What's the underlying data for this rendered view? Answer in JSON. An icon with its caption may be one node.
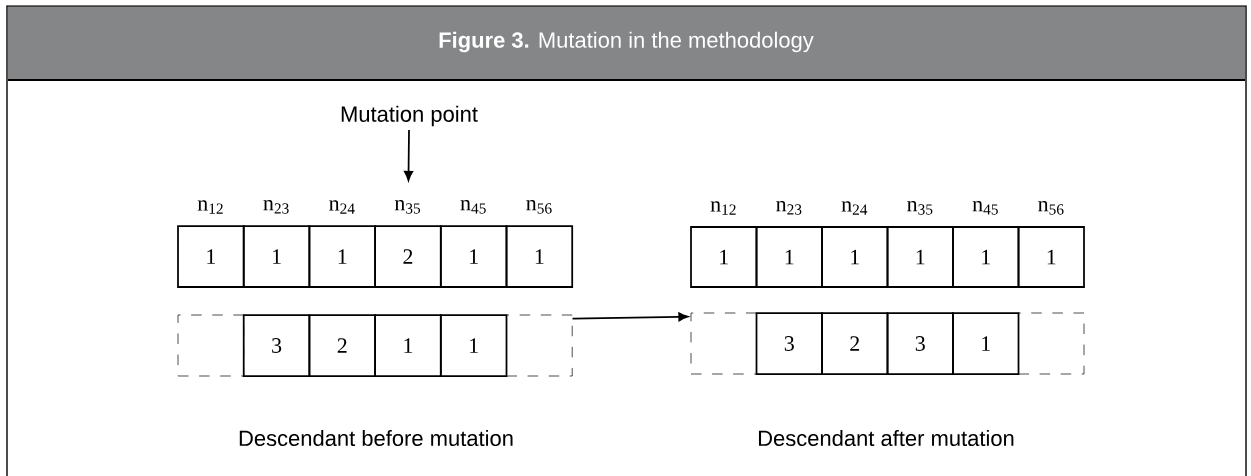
{
  "diagram": {
    "title": "**Figure 3.** Mutation in the methodology",
    "nodes": [
      {
        "text": [
          "Mutation point"
        ]
      },
      {
        "text": [
          "1"
        ],
        "beside": [
          "n$_{12}$"
        ]
      },
      {
        "text": [
          "1"
        ],
        "beside": [
          "n$_{23}$"
        ]
      },
      {
        "text": [
          "1"
        ],
        "beside": [
          "n$_{24}$"
        ]
      },
      {
        "text": [
          "2"
        ],
        "beside": [
          "n$_{35}$"
        ]
      },
      {
        "text": [
          "1"
        ],
        "beside": [
          "n$_{45}$"
        ]
      },
      {
        "text": [
          "1"
        ],
        "beside": [
          "n$_{56}$"
        ]
      },
      {
        "text": [],
        "shape": "box"
      },
      {
        "text": [
          "3"
        ]
      },
      {
        "text": [
          "2"
        ]
      },
      {
        "text": [
          "1"
        ]
      },
      {
        "text": [
          "1"
        ]
      },
      {
        "text": [],
        "shape": "box"
      },
      {
        "text": [
          "1"
        ],
        "beside": [
          "n$_{12}$"
        ]
      },
      {
        "text": [
          "1"
        ],
        "beside": [
          "n$_{23}$"
        ]
      },
      {
        "text": [
          "1"
        ],
        "beside": [
          "n$_{24}$"
        ]
      },
      {
        "text": [
          "1"
        ],
        "beside": [
          "n$_{35}$"
        ]
      },
      {
        "text": [
          "1"
        ],
        "beside": [
          "n$_{45}$"
        ]
      },
      {
        "text": [
          "1"
        ],
        "beside": [
          "n$_{56}$"
        ]
      },
      {
        "text": [],
        "shape": "box"
      },
      {
        "text": [
          "3"
        ]
      },
      {
        "text": [
          "2"
        ]
      },
      {
        "text": [
          "3"
        ]
      },
      {
        "text": [
          "1"
        ]
      },
      {
        "text": [],
        "shape": "box"
      }
    ],
    "edges": [
      {
        "from": 0,
        "to": 4,
        "arrow": "to"
      },
      {
        "from": 12,
        "to": 19,
        "arrow": "to"
      }
    ],
    "labels": [
      "Descendant before mutation",
      "Descendant after mutation"
    ]
  }
}
